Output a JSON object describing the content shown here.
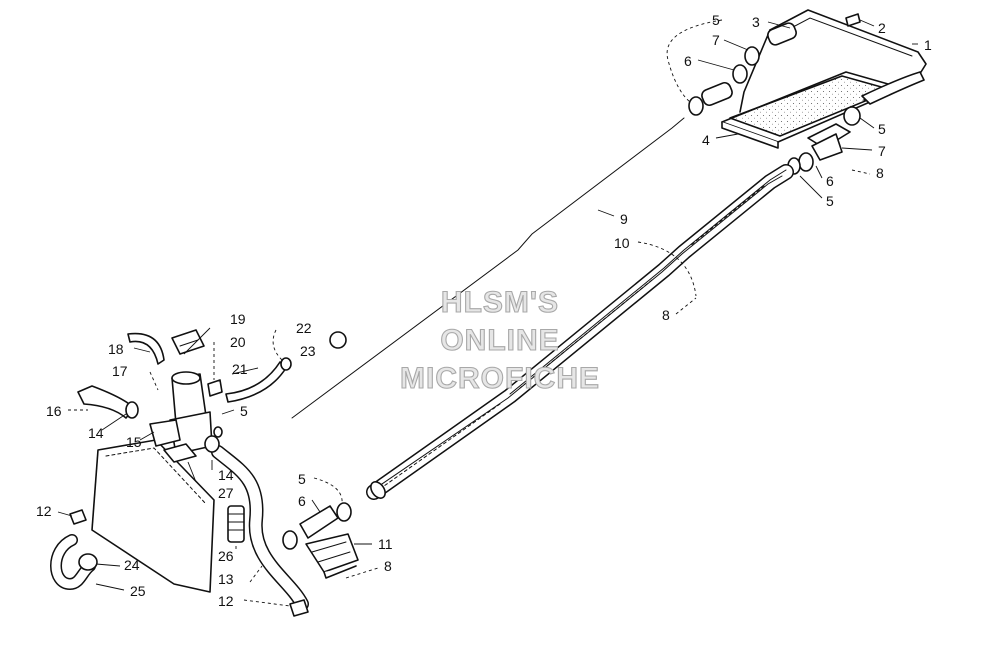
{
  "watermark": [
    "HLSM'S",
    "ONLINE",
    "MICROFICHE"
  ],
  "callouts": {
    "c1": "1",
    "c2": "2",
    "c3": "3",
    "c4": "4",
    "c5a": "5",
    "c5b": "5",
    "c5c": "5",
    "c5d": "5",
    "c5e": "5",
    "c6a": "6",
    "c6b": "6",
    "c6c": "6",
    "c7a": "7",
    "c7b": "7",
    "c8a": "8",
    "c8b": "8",
    "c8c": "8",
    "c9": "9",
    "c10": "10",
    "c11": "11",
    "c12a": "12",
    "c12b": "12",
    "c13": "13",
    "c14a": "14",
    "c14b": "14",
    "c15": "15",
    "c16": "16",
    "c17": "17",
    "c18": "18",
    "c19": "19",
    "c20": "20",
    "c21": "21",
    "c22": "22",
    "c23": "23",
    "c24": "24",
    "c25": "25",
    "c26": "26",
    "c27": "27"
  }
}
